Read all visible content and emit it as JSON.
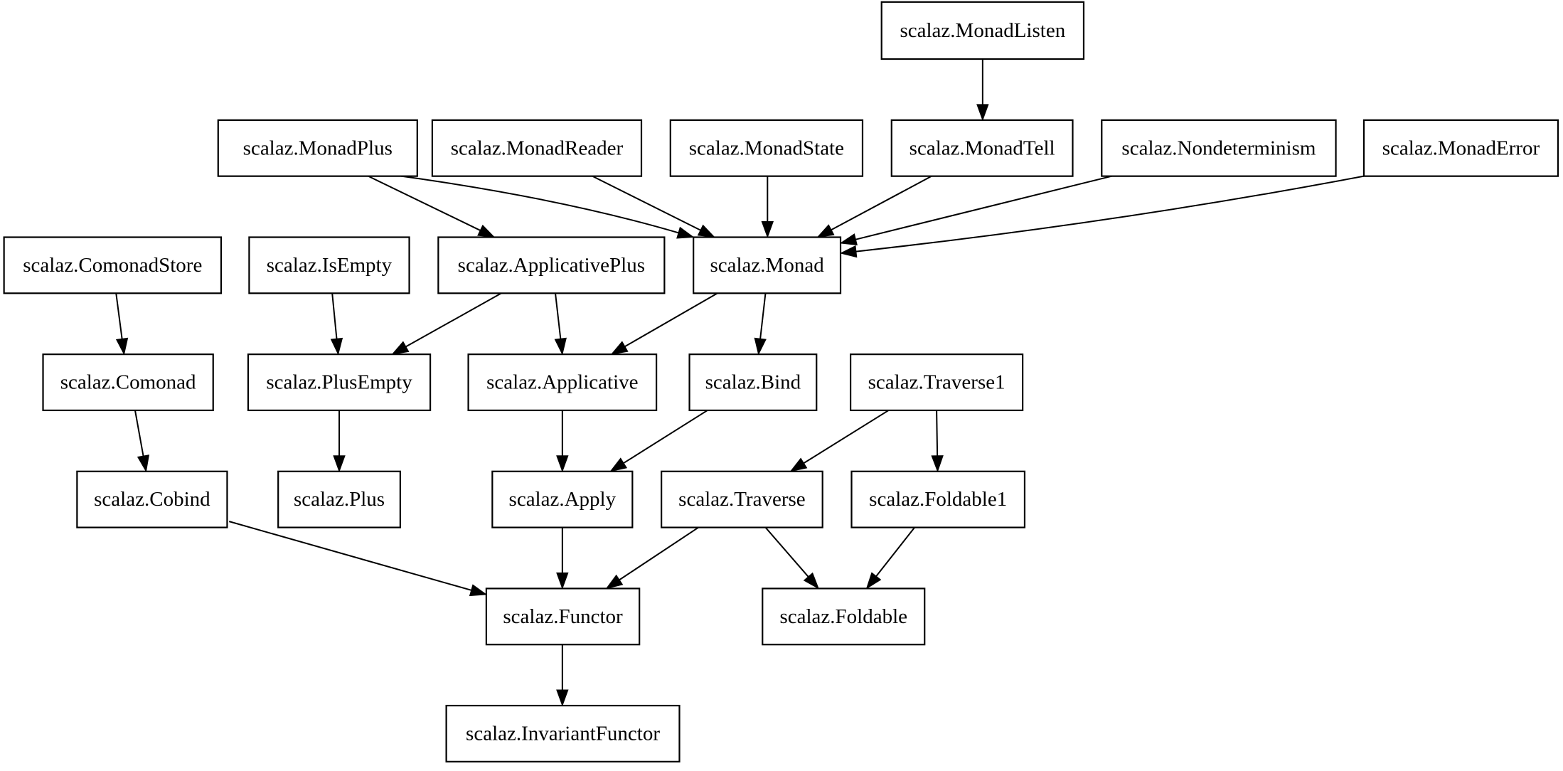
{
  "diagram": {
    "nodes": [
      {
        "id": "MonadListen",
        "label": "scalaz.MonadListen"
      },
      {
        "id": "MonadPlus",
        "label": "scalaz.MonadPlus"
      },
      {
        "id": "MonadReader",
        "label": "scalaz.MonadReader"
      },
      {
        "id": "MonadState",
        "label": "scalaz.MonadState"
      },
      {
        "id": "MonadTell",
        "label": "scalaz.MonadTell"
      },
      {
        "id": "Nondeterminism",
        "label": "scalaz.Nondeterminism"
      },
      {
        "id": "MonadError",
        "label": "scalaz.MonadError"
      },
      {
        "id": "ComonadStore",
        "label": "scalaz.ComonadStore"
      },
      {
        "id": "IsEmpty",
        "label": "scalaz.IsEmpty"
      },
      {
        "id": "ApplicativePlus",
        "label": "scalaz.ApplicativePlus"
      },
      {
        "id": "Monad",
        "label": "scalaz.Monad"
      },
      {
        "id": "Comonad",
        "label": "scalaz.Comonad"
      },
      {
        "id": "PlusEmpty",
        "label": "scalaz.PlusEmpty"
      },
      {
        "id": "Applicative",
        "label": "scalaz.Applicative"
      },
      {
        "id": "Bind",
        "label": "scalaz.Bind"
      },
      {
        "id": "Traverse1",
        "label": "scalaz.Traverse1"
      },
      {
        "id": "Cobind",
        "label": "scalaz.Cobind"
      },
      {
        "id": "Plus",
        "label": "scalaz.Plus"
      },
      {
        "id": "Apply",
        "label": "scalaz.Apply"
      },
      {
        "id": "Traverse",
        "label": "scalaz.Traverse"
      },
      {
        "id": "Foldable1",
        "label": "scalaz.Foldable1"
      },
      {
        "id": "Functor",
        "label": "scalaz.Functor"
      },
      {
        "id": "Foldable",
        "label": "scalaz.Foldable"
      },
      {
        "id": "InvariantFunctor",
        "label": "scalaz.InvariantFunctor"
      }
    ],
    "edges": [
      {
        "from": "MonadListen",
        "to": "MonadTell"
      },
      {
        "from": "MonadPlus",
        "to": "ApplicativePlus"
      },
      {
        "from": "MonadPlus",
        "to": "Monad"
      },
      {
        "from": "MonadReader",
        "to": "Monad"
      },
      {
        "from": "MonadState",
        "to": "Monad"
      },
      {
        "from": "MonadTell",
        "to": "Monad"
      },
      {
        "from": "Nondeterminism",
        "to": "Monad"
      },
      {
        "from": "MonadError",
        "to": "Monad"
      },
      {
        "from": "ComonadStore",
        "to": "Comonad"
      },
      {
        "from": "IsEmpty",
        "to": "PlusEmpty"
      },
      {
        "from": "ApplicativePlus",
        "to": "PlusEmpty"
      },
      {
        "from": "ApplicativePlus",
        "to": "Applicative"
      },
      {
        "from": "Monad",
        "to": "Applicative"
      },
      {
        "from": "Monad",
        "to": "Bind"
      },
      {
        "from": "Comonad",
        "to": "Cobind"
      },
      {
        "from": "PlusEmpty",
        "to": "Plus"
      },
      {
        "from": "Applicative",
        "to": "Apply"
      },
      {
        "from": "Bind",
        "to": "Apply"
      },
      {
        "from": "Traverse1",
        "to": "Traverse"
      },
      {
        "from": "Traverse1",
        "to": "Foldable1"
      },
      {
        "from": "Cobind",
        "to": "Functor"
      },
      {
        "from": "Apply",
        "to": "Functor"
      },
      {
        "from": "Traverse",
        "to": "Functor"
      },
      {
        "from": "Traverse",
        "to": "Foldable"
      },
      {
        "from": "Foldable1",
        "to": "Foldable"
      },
      {
        "from": "Functor",
        "to": "InvariantFunctor"
      }
    ]
  }
}
